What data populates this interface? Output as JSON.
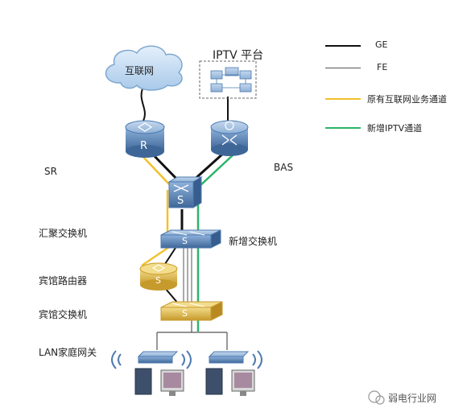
{
  "labels": {
    "internet": "互联网",
    "iptv_platform": "IPTV 平台",
    "sr": "SR",
    "bas": "BAS",
    "aggregation_switch": "汇聚交换机",
    "new_switch": "新增交换机",
    "hotel_router": "宾馆路由器",
    "hotel_switch": "宾馆交换机",
    "lan_gateway": "LAN家庭网关",
    "router_letter": "R",
    "switch_letter": "S",
    "watermark": "弱电行业网"
  },
  "legend": [
    {
      "label": "GE",
      "color": "#111111",
      "style": "thick"
    },
    {
      "label": "FE",
      "color": "#555555",
      "style": "thin"
    },
    {
      "label": "原有互联网业务通道",
      "color": "#f2c12e",
      "style": "medium"
    },
    {
      "label": "新增IPTV通道",
      "color": "#2bb56a",
      "style": "medium"
    }
  ],
  "colors": {
    "device_blue": "#4d7ab0",
    "device_gold": "#d8b24a",
    "path_yellow": "#f2c12e",
    "path_green": "#2bb56a"
  }
}
